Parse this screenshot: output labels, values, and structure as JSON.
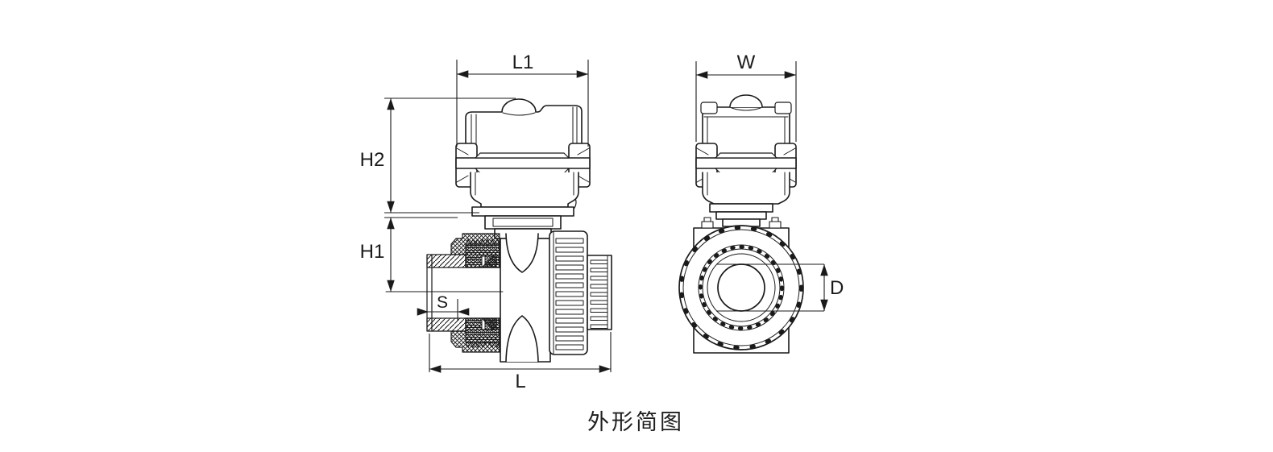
{
  "caption": "外形简图",
  "dimensions": {
    "l1": "L1",
    "w": "W",
    "h2": "H2",
    "h1": "H1",
    "s": "S",
    "l": "L",
    "d": "D"
  },
  "colors": {
    "line": "#1a1a1a",
    "background": "#ffffff"
  }
}
